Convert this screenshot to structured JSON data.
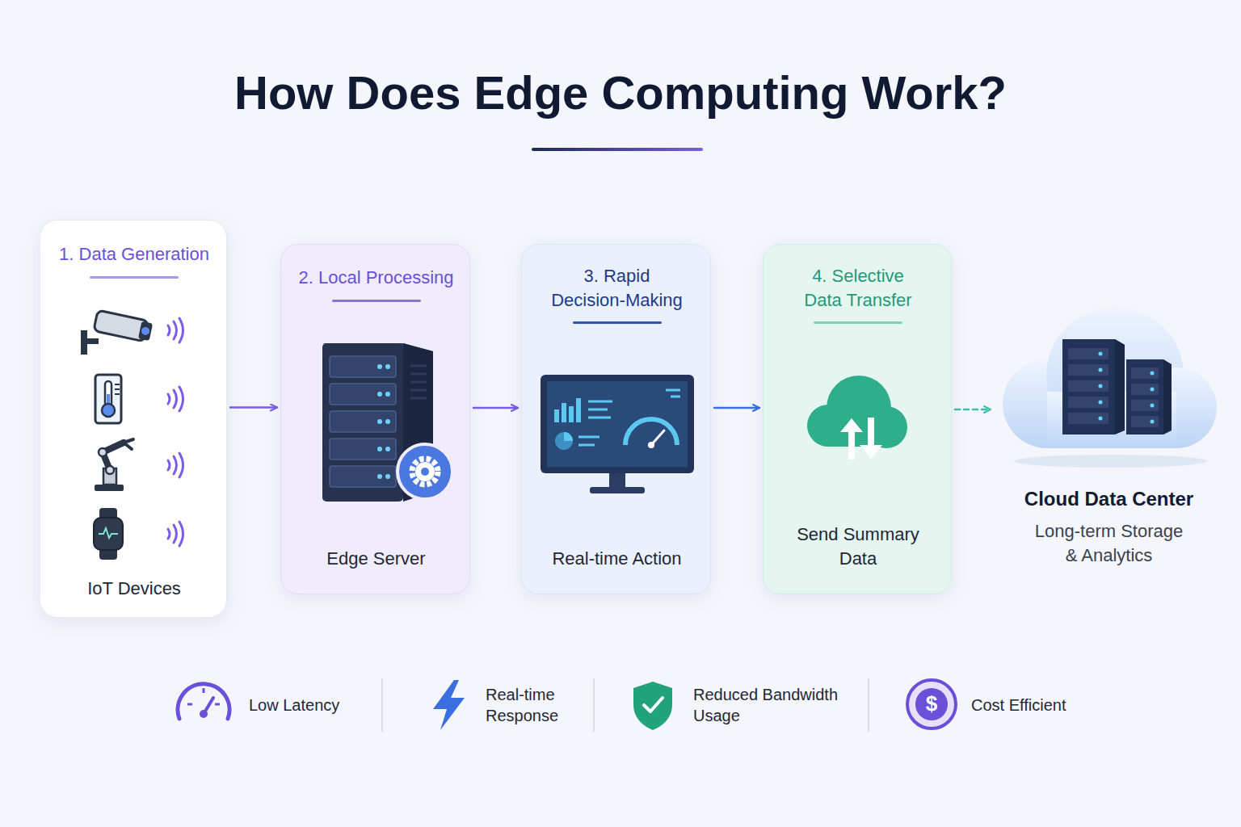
{
  "diagram": {
    "title": "How Does Edge Computing Work?",
    "nodes": [
      {
        "text": [
          "1. Data Generation",
          "IoT Devices"
        ]
      },
      {
        "text": [
          "2. Local Processing",
          "Edge Server"
        ]
      },
      {
        "text": [
          "3. Rapid Decision-Making",
          "Real-time Action"
        ]
      },
      {
        "text": [
          "4. Selective Data Transfer",
          "Send Summary Data"
        ]
      },
      {
        "text": [
          "Cloud Data Center",
          "Long-term Storage & Analytics"
        ]
      }
    ],
    "edges": [
      {
        "from": 0,
        "to": 1,
        "arrow": "to"
      },
      {
        "from": 1,
        "to": 2,
        "arrow": "to"
      },
      {
        "from": 2,
        "to": 3,
        "arrow": "to"
      },
      {
        "from": 3,
        "to": 4,
        "arrow": "to"
      }
    ],
    "labels": [
      "Low Latency",
      "Real-time Response",
      "Reduced Bandwidth Usage",
      "Cost Efficient",
      "$"
    ]
  }
}
